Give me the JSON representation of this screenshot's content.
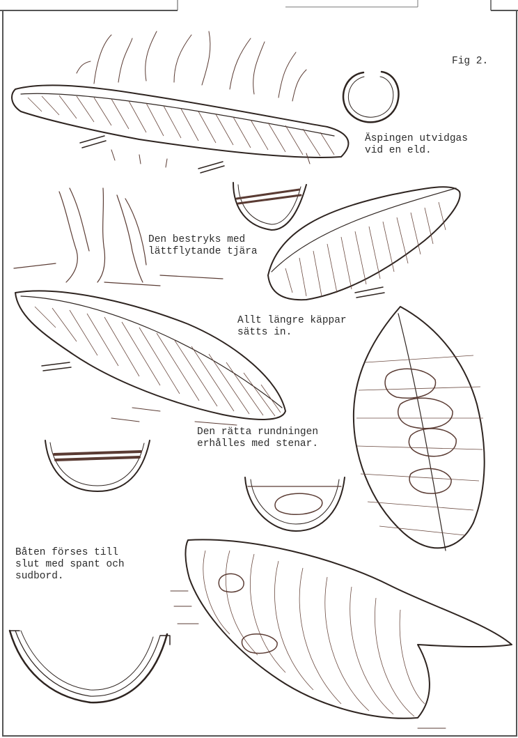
{
  "figure": {
    "label": "Fig 2."
  },
  "captions": {
    "expand": [
      "Äspingen utvidgas",
      "vid en eld."
    ],
    "tar": [
      "Den bestryks med",
      "lättflytande tjära"
    ],
    "rods": [
      "Allt längre käppar",
      "sätts in."
    ],
    "stones": [
      "Den rätta rundningen",
      "erhålles med stenar."
    ],
    "finish": [
      "Båten förses till",
      "slut med spant och",
      "sudbord."
    ]
  },
  "colors": {
    "ink": "#5a3b33",
    "text": "#2b2b2b",
    "paper": "#ffffff"
  }
}
